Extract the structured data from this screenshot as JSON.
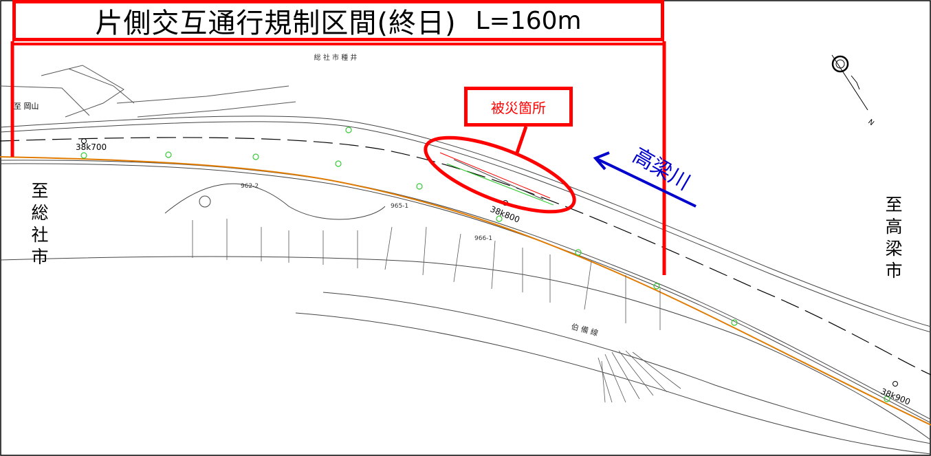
{
  "title": {
    "main": "片側交互通行規制区間(終日)",
    "length": "L=160m"
  },
  "callout": {
    "label": "被災箇所"
  },
  "river": {
    "name": "高梁川"
  },
  "directions": {
    "left": "至総社市",
    "right": "至高梁市",
    "top_left": "至 岡山"
  },
  "place_top": "総 社 市 種 井",
  "chainage": [
    "38k700",
    "38k800",
    "38k900"
  ],
  "lots": [
    "962-2",
    "965-1",
    "966-1"
  ],
  "railway": "伯 備 線",
  "north": "N",
  "colors": {
    "restriction": "#ff0000",
    "river_arrow": "#0000cc",
    "roadside_line": "#e07b00",
    "marker": "#33cc33"
  }
}
